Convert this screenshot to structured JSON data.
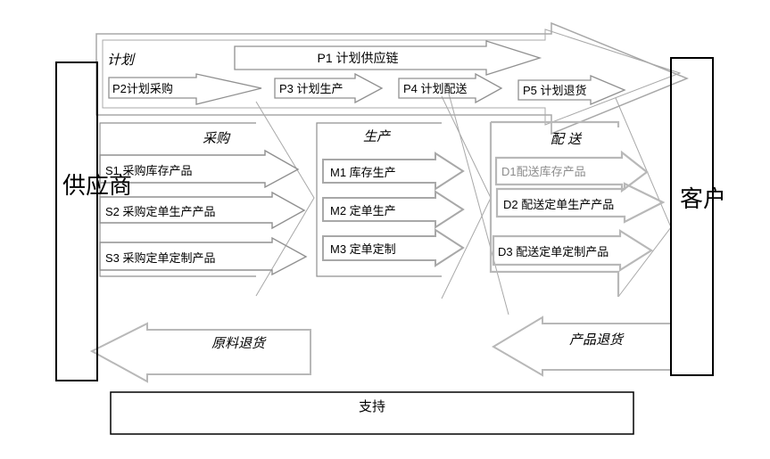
{
  "plan": {
    "label": "计划",
    "p1": "P1  计划供应链",
    "p2": "P2计划采购",
    "p3": "P3 计划生产",
    "p4": "P4 计划配送",
    "p5": "P5 计划退货"
  },
  "supplier": {
    "label": "供应商"
  },
  "customer": {
    "label": "客户"
  },
  "source": {
    "label": "采购",
    "items": [
      "S1  采购库存产品",
      "S2 采购定单生产产品",
      "S3  采购定单定制产品"
    ]
  },
  "make": {
    "label": "生产",
    "items": [
      "M1   库存生产",
      "M2  定单生产",
      "M3   定单定制"
    ]
  },
  "deliver": {
    "label": "配  送",
    "items": [
      "D1配送库存产品",
      "D2  配送定单生产产品",
      "D3  配送定单定制产品"
    ]
  },
  "returns": {
    "material": "原料退货",
    "product": "产品退货"
  },
  "support": {
    "label": "支持"
  },
  "colors": {
    "background": "#ffffff",
    "box_border": "#000000",
    "plan_outline": "#909090",
    "section_outline": "#a0a0a0",
    "deliver_outline": "#b8b8b8",
    "gray_label": "#8c8c8c"
  }
}
